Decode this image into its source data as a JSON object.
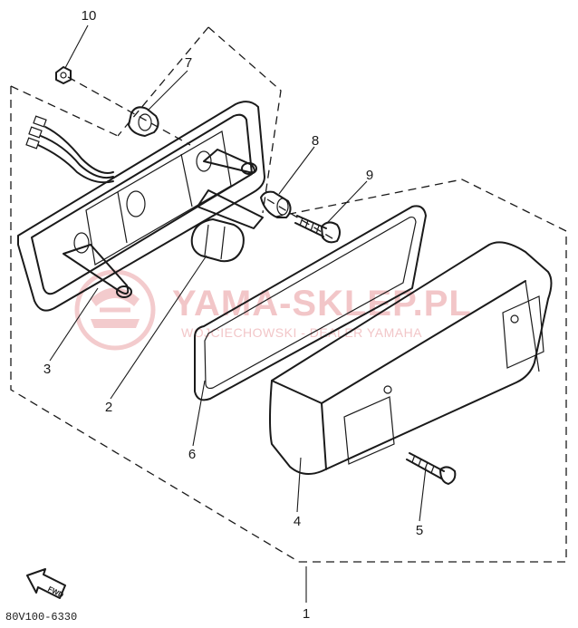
{
  "callouts": [
    {
      "id": "1",
      "label": "1"
    },
    {
      "id": "2",
      "label": "2"
    },
    {
      "id": "3",
      "label": "3"
    },
    {
      "id": "4",
      "label": "4"
    },
    {
      "id": "5",
      "label": "5"
    },
    {
      "id": "6",
      "label": "6"
    },
    {
      "id": "7",
      "label": "7"
    },
    {
      "id": "8",
      "label": "8"
    },
    {
      "id": "9",
      "label": "9"
    },
    {
      "id": "10",
      "label": "10"
    }
  ],
  "diagram_code": "80V100-6330",
  "front_arrow_label": "FWD",
  "watermark": {
    "title": "YAMA-SKLEP.PL",
    "subtitle": "WOJCIECHOWSKI - DEALER YAMAHA",
    "color": "#f2c6c8"
  }
}
